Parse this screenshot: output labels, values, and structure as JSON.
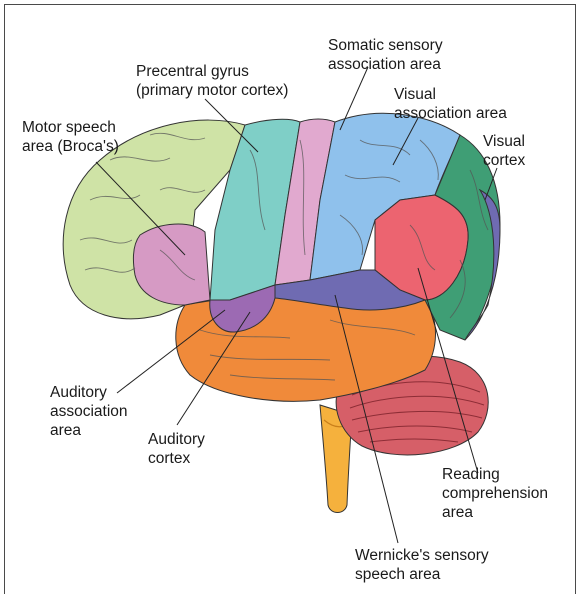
{
  "labels": {
    "precentral": "Precentral gyrus\n(primary motor cortex)",
    "somatic": "Somatic sensory\nassociation area",
    "motor_speech": "Motor speech\narea (Broca's)",
    "visual_assoc": "Visual\nassociation area",
    "visual_cortex": "Visual\ncortex",
    "auditory_assoc": "Auditory\nassociation\narea",
    "auditory_cortex": "Auditory\ncortex",
    "reading": "Reading\ncomprehension\narea",
    "wernicke": "Wernicke's sensory\nspeech area"
  },
  "colors": {
    "frontal": "#cfe3a6",
    "precentral": "#7fcfc7",
    "premotor_pink": "#e1a9cf",
    "broca": "#d69ac4",
    "somatic": "#8fc1ec",
    "visual_assoc": "#ec6470",
    "visual_cortex": "#3f9e75",
    "temporal": "#f08a3a",
    "auditory": "#9c6ab3",
    "wernicke": "#6f6bb2",
    "cerebellum": "#d65f68",
    "brainstem": "#f5b13d",
    "outline": "#333333",
    "leader": "#222222"
  }
}
